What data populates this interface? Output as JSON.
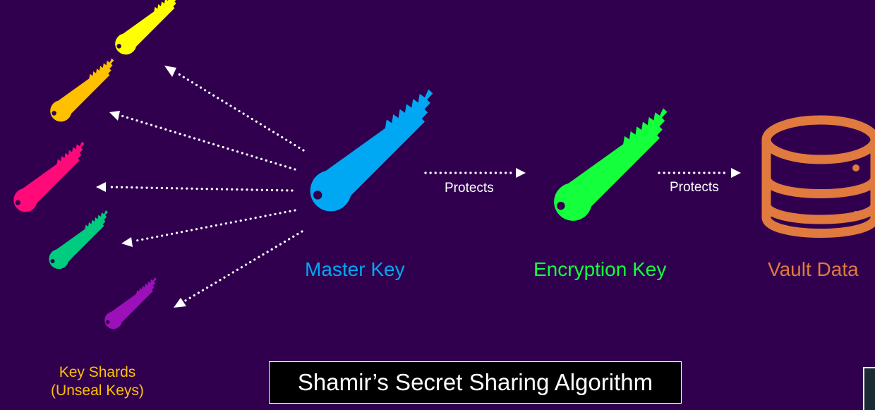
{
  "nodes": {
    "master_key": {
      "label": "Master Key",
      "color": "#00a8f3"
    },
    "encryption_key": {
      "label": "Encryption Key",
      "color": "#14ff3c"
    },
    "vault_data": {
      "label": "Vault Data",
      "color": "#e07a3e"
    }
  },
  "edges": {
    "master_to_encryption": {
      "label": "Protects"
    },
    "encryption_to_vault": {
      "label": "Protects"
    }
  },
  "shards": {
    "label_line1": "Key Shards",
    "label_line2": "(Unseal Keys)",
    "label_color": "#ffc000",
    "colors": [
      "#ffff00",
      "#ffc000",
      "#ff0a78",
      "#00cc80",
      "#9b10b8"
    ]
  },
  "caption": "Shamir’s Secret Sharing Algorithm"
}
